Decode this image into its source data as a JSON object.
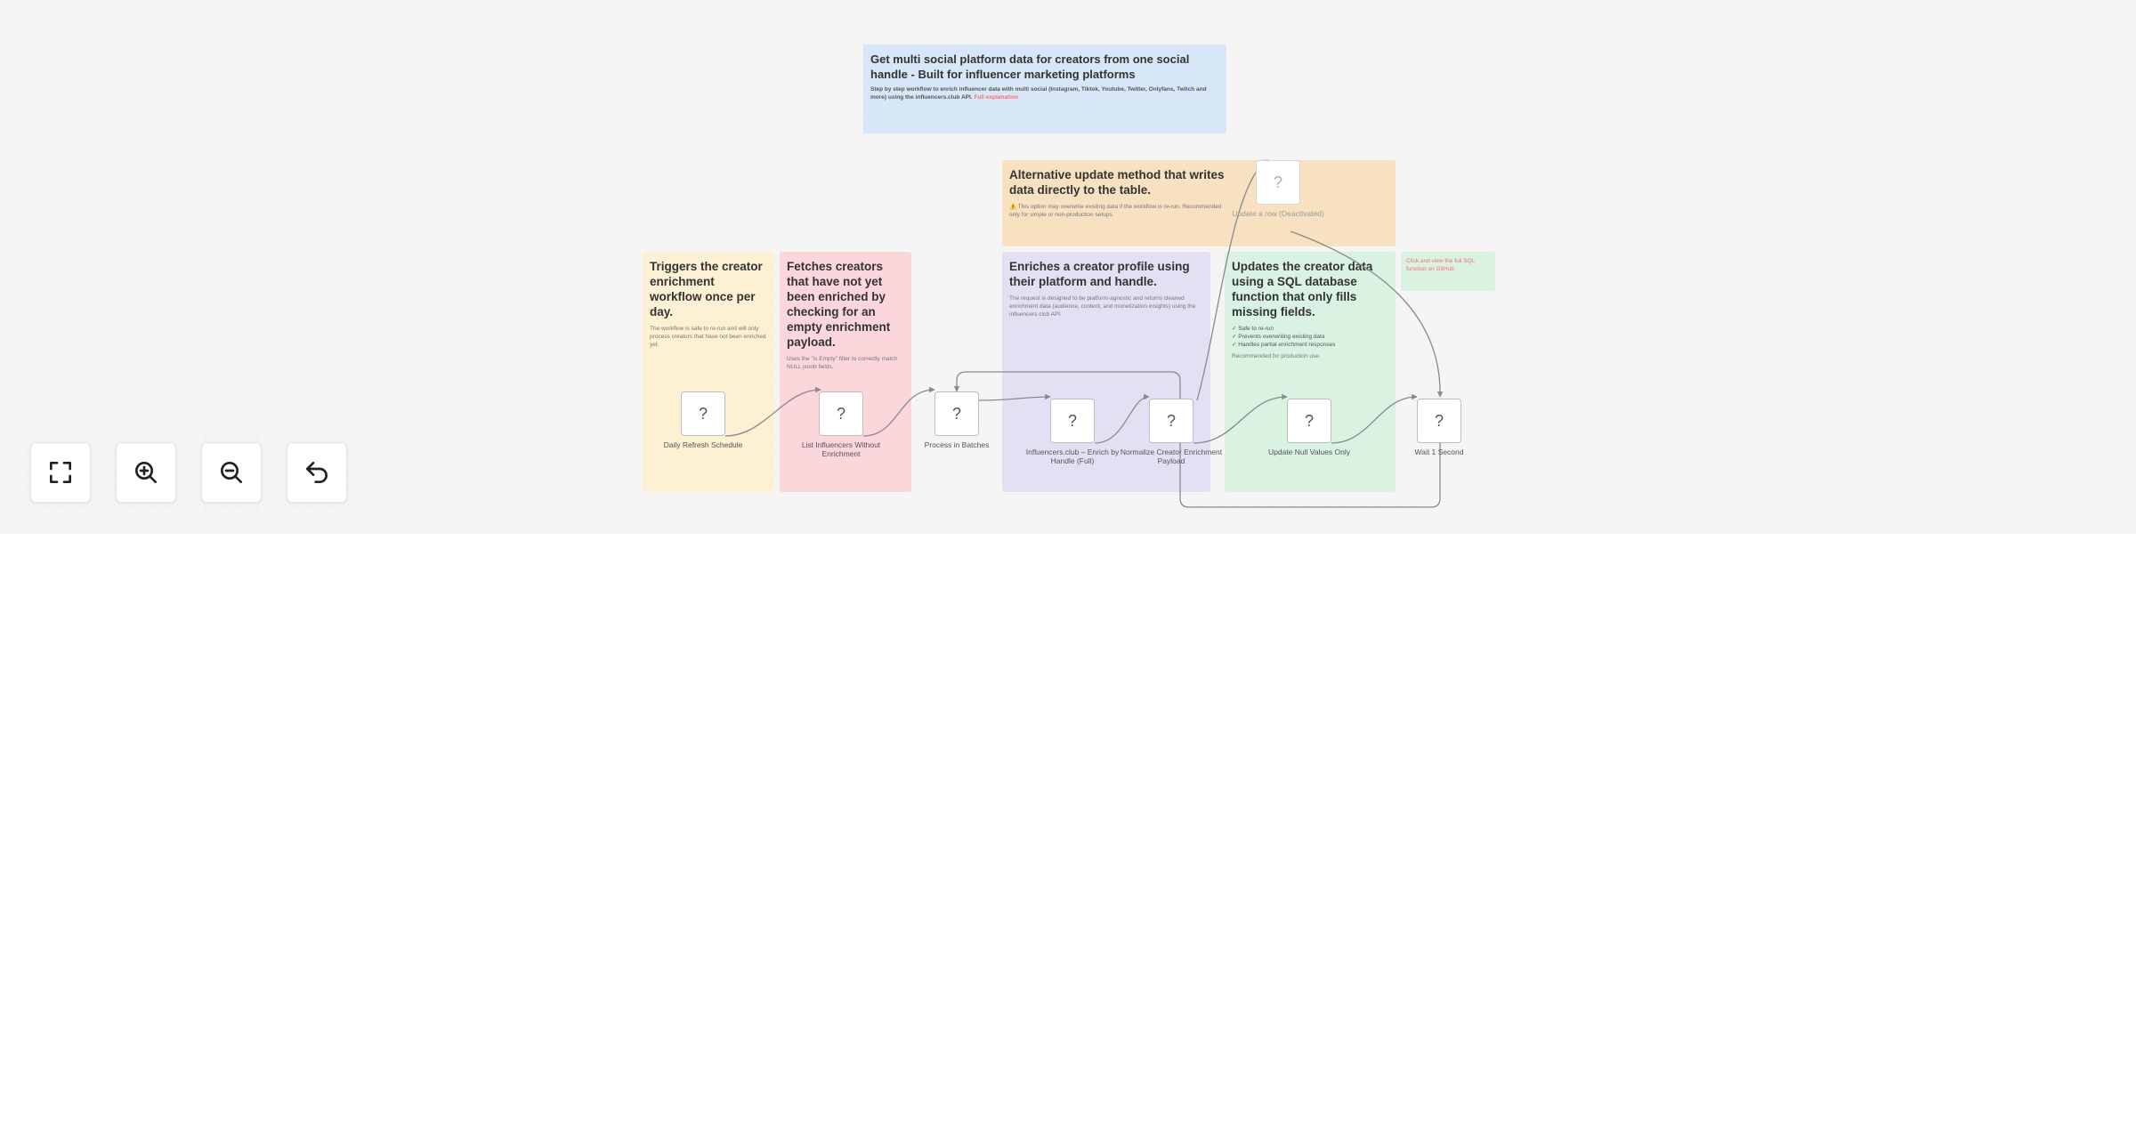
{
  "workflow": {
    "header_note": {
      "title": "Get multi social platform data for creators from one social handle - Built for influencer marketing platforms",
      "description": "Step by step workflow to enrich influencer data with multi social (Instagram, Tiktok, Youtube, Twitter, Onlyfans, Twitch and more) using the influencers.club API.",
      "link": "Full explanation"
    },
    "alt_note": {
      "title": "Alternative update method that writes data directly to the table.",
      "description": "⚠️ This option may overwrite existing data if the workflow is re-run. Recommended only for simple or non-production setups."
    },
    "trigger_note": {
      "title": "Triggers the creator enrichment workflow once per day.",
      "description": "The workflow is safe to re-run and will only process creators that have not been enriched yet."
    },
    "fetch_note": {
      "title": "Fetches creators that have not yet been enriched by checking for an empty enrichment payload.",
      "description": "Uses the \"is Empty\" filter to correctly match NULL jsonb fields."
    },
    "enrich_note": {
      "title": "Enriches a creator profile using their platform and handle.",
      "description": "The request is designed to be platform-agnostic and returns cleaned enrichment data (audience, content, and monetization insights) using the influencers.club API."
    },
    "sql_note": {
      "title": "Updates the creator data using a SQL database function that only fills missing fields.",
      "items": [
        "✓ Safe to re-run",
        "✓ Prevents overwriting existing data",
        "✓ Handles partial enrichment responses"
      ],
      "footer": "Recommended for production use."
    },
    "sql_link_note": {
      "text": "Click and view the full SQL function on GitHub"
    },
    "nodes": [
      {
        "id": "schedule",
        "icon": "?",
        "label": "Daily Refresh Schedule",
        "disabled": false
      },
      {
        "id": "list",
        "icon": "?",
        "label": "List Influencers Without Enrichment",
        "disabled": false
      },
      {
        "id": "batches",
        "icon": "?",
        "label": "Process in Batches",
        "disabled": false
      },
      {
        "id": "enrich",
        "icon": "?",
        "label": "Influencers.club – Enrich by Handle (Full)",
        "disabled": false
      },
      {
        "id": "normalize",
        "icon": "?",
        "label": "Normalize Creator Enrichment Payload",
        "disabled": false
      },
      {
        "id": "update_null",
        "icon": "?",
        "label": "Update Null Values Only",
        "disabled": false
      },
      {
        "id": "wait",
        "icon": "?",
        "label": "Wait 1 Second",
        "disabled": false
      },
      {
        "id": "update_row",
        "icon": "?",
        "label": "Update a row (Deactivated)",
        "disabled": true
      }
    ]
  },
  "controls": {
    "fit_view": {
      "icon": "fullscreen-icon"
    },
    "zoom_in": {
      "icon": "zoom-in-icon"
    },
    "zoom_out": {
      "icon": "zoom-out-icon"
    },
    "reset": {
      "icon": "undo-icon"
    }
  },
  "colors": {
    "canvas": "#f5f5f5",
    "note_blue": "#d7e7f8",
    "note_orange": "#f7e1c1",
    "note_yellow": "#fcf1d2",
    "note_red": "#fbd6db",
    "note_purple": "#e3e0f4",
    "note_green": "#d9f2e1",
    "link_red": "#ff6d6d"
  }
}
